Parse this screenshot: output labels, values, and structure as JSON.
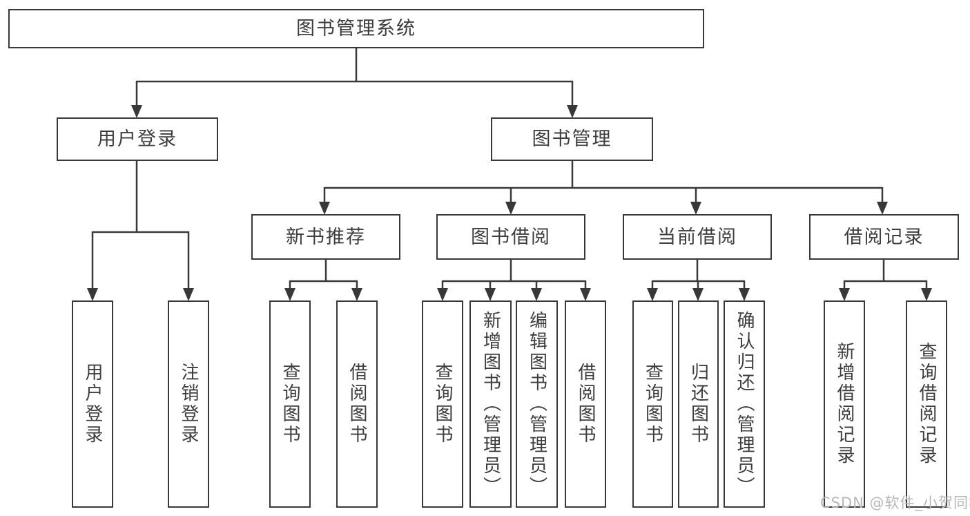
{
  "diagram": {
    "type": "hierarchy-tree",
    "orientation": "top-down",
    "tree": {
      "label": "图书管理系统",
      "children": [
        {
          "label": "用户登录",
          "children": [
            {
              "label": "用户登录"
            },
            {
              "label": "注销登录"
            }
          ]
        },
        {
          "label": "图书管理",
          "children": [
            {
              "label": "新书推荐",
              "children": [
                {
                  "label": "查询图书"
                },
                {
                  "label": "借阅图书"
                }
              ]
            },
            {
              "label": "图书借阅",
              "children": [
                {
                  "label": "查询图书"
                },
                {
                  "label": "新增图书（管理员）"
                },
                {
                  "label": "编辑图书（管理员）"
                },
                {
                  "label": "借阅图书"
                }
              ]
            },
            {
              "label": "当前借阅",
              "children": [
                {
                  "label": "查询图书"
                },
                {
                  "label": "归还图书"
                },
                {
                  "label": "确认归还（管理员）"
                }
              ]
            },
            {
              "label": "借阅记录",
              "children": [
                {
                  "label": "新增借阅记录"
                },
                {
                  "label": "查询借阅记录"
                }
              ]
            }
          ]
        }
      ]
    },
    "colors": {
      "line": "#383838",
      "text": "#3d3d3d",
      "box_background": "#ffffff",
      "page_background": "#ffffff",
      "watermark": "#b7b7b7"
    }
  },
  "watermark": {
    "text": "CSDN @软件_小贺同学"
  }
}
